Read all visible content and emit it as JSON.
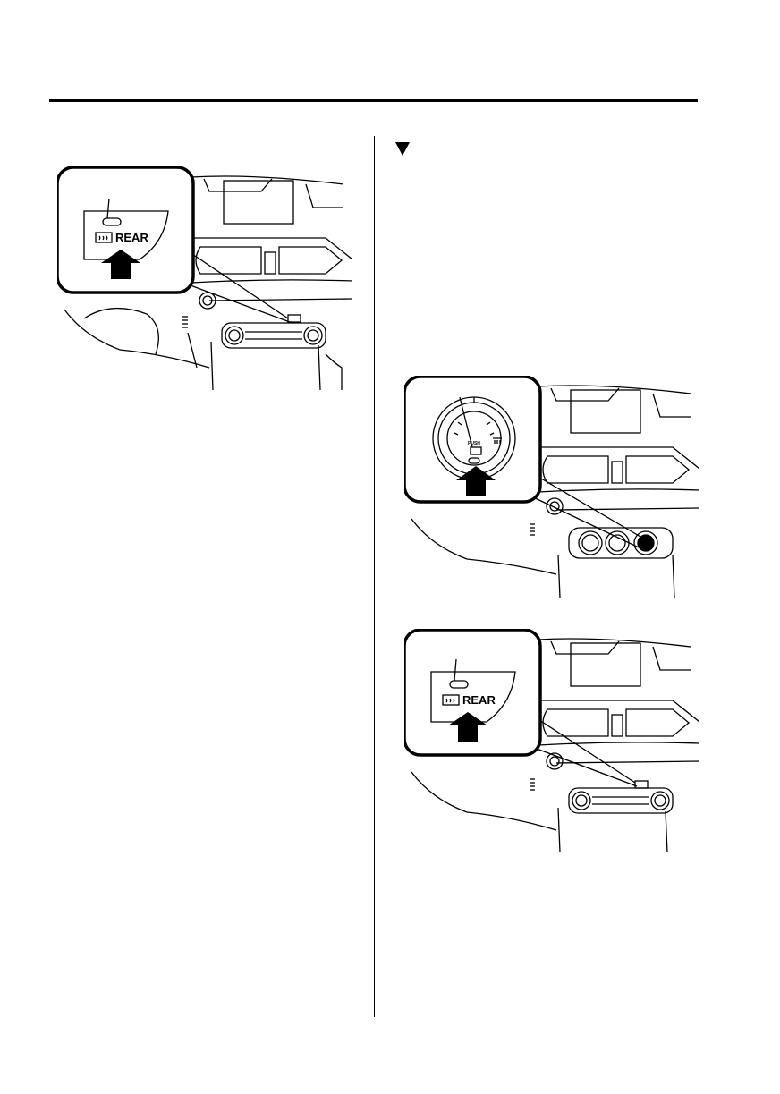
{
  "figures": {
    "fig_a": {
      "button_label": "REAR"
    },
    "fig_b": {
      "knob_label": "PUSH"
    },
    "fig_c": {
      "button_label": "REAR"
    }
  },
  "icons": {
    "section_marker": "triangle-down-icon",
    "rear_defroster": "rear-window-defroster-icon",
    "front_defroster": "front-windshield-defroster-icon",
    "press_arrow": "up-arrow-icon"
  },
  "colors": {
    "ink": "#000000",
    "paper": "#ffffff"
  }
}
